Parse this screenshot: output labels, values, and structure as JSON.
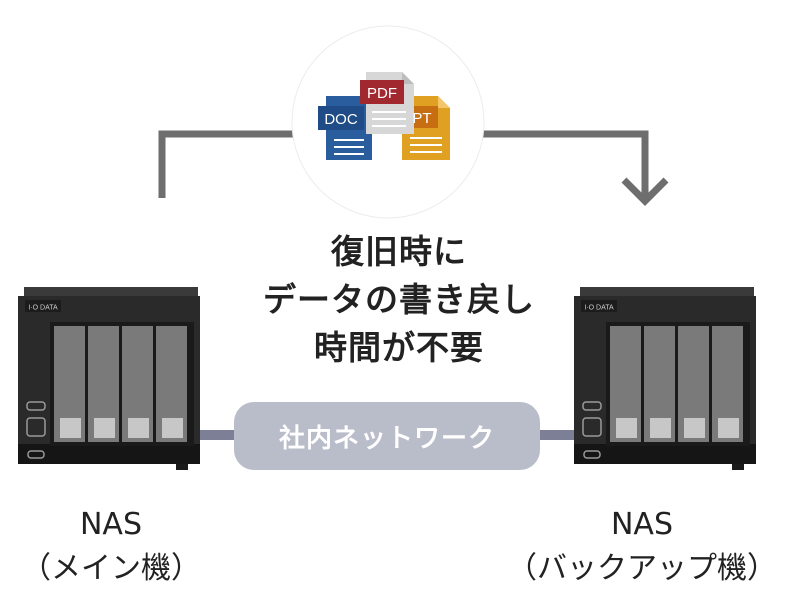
{
  "files": {
    "doc_label": "DOC",
    "pdf_label": "PDF",
    "ppt_label": "PT"
  },
  "center_message": {
    "line1": "復旧時に",
    "line2": "データの書き戻し",
    "line3": "時間が不要"
  },
  "network": {
    "label": "社内ネットワーク"
  },
  "nas_main": {
    "brand": "I·O DATA",
    "title": "NAS",
    "subtitle": "メイン機",
    "paren_open": "（",
    "paren_close": "）"
  },
  "nas_backup": {
    "brand": "I·O DATA",
    "title": "NAS",
    "subtitle": "バックアップ機",
    "paren_open": "（",
    "paren_close": "）"
  },
  "colors": {
    "arrow": "#6e6e6e",
    "nas_body": "#2a2a2a",
    "nas_dark": "#151515",
    "drive_bay": "#7a7a7a",
    "network_pill": "#b9bcc9",
    "cable": "#7c7f95",
    "doc": "#2a5d9e",
    "pdf": "#a2282f",
    "ppt": "#e0a021"
  }
}
